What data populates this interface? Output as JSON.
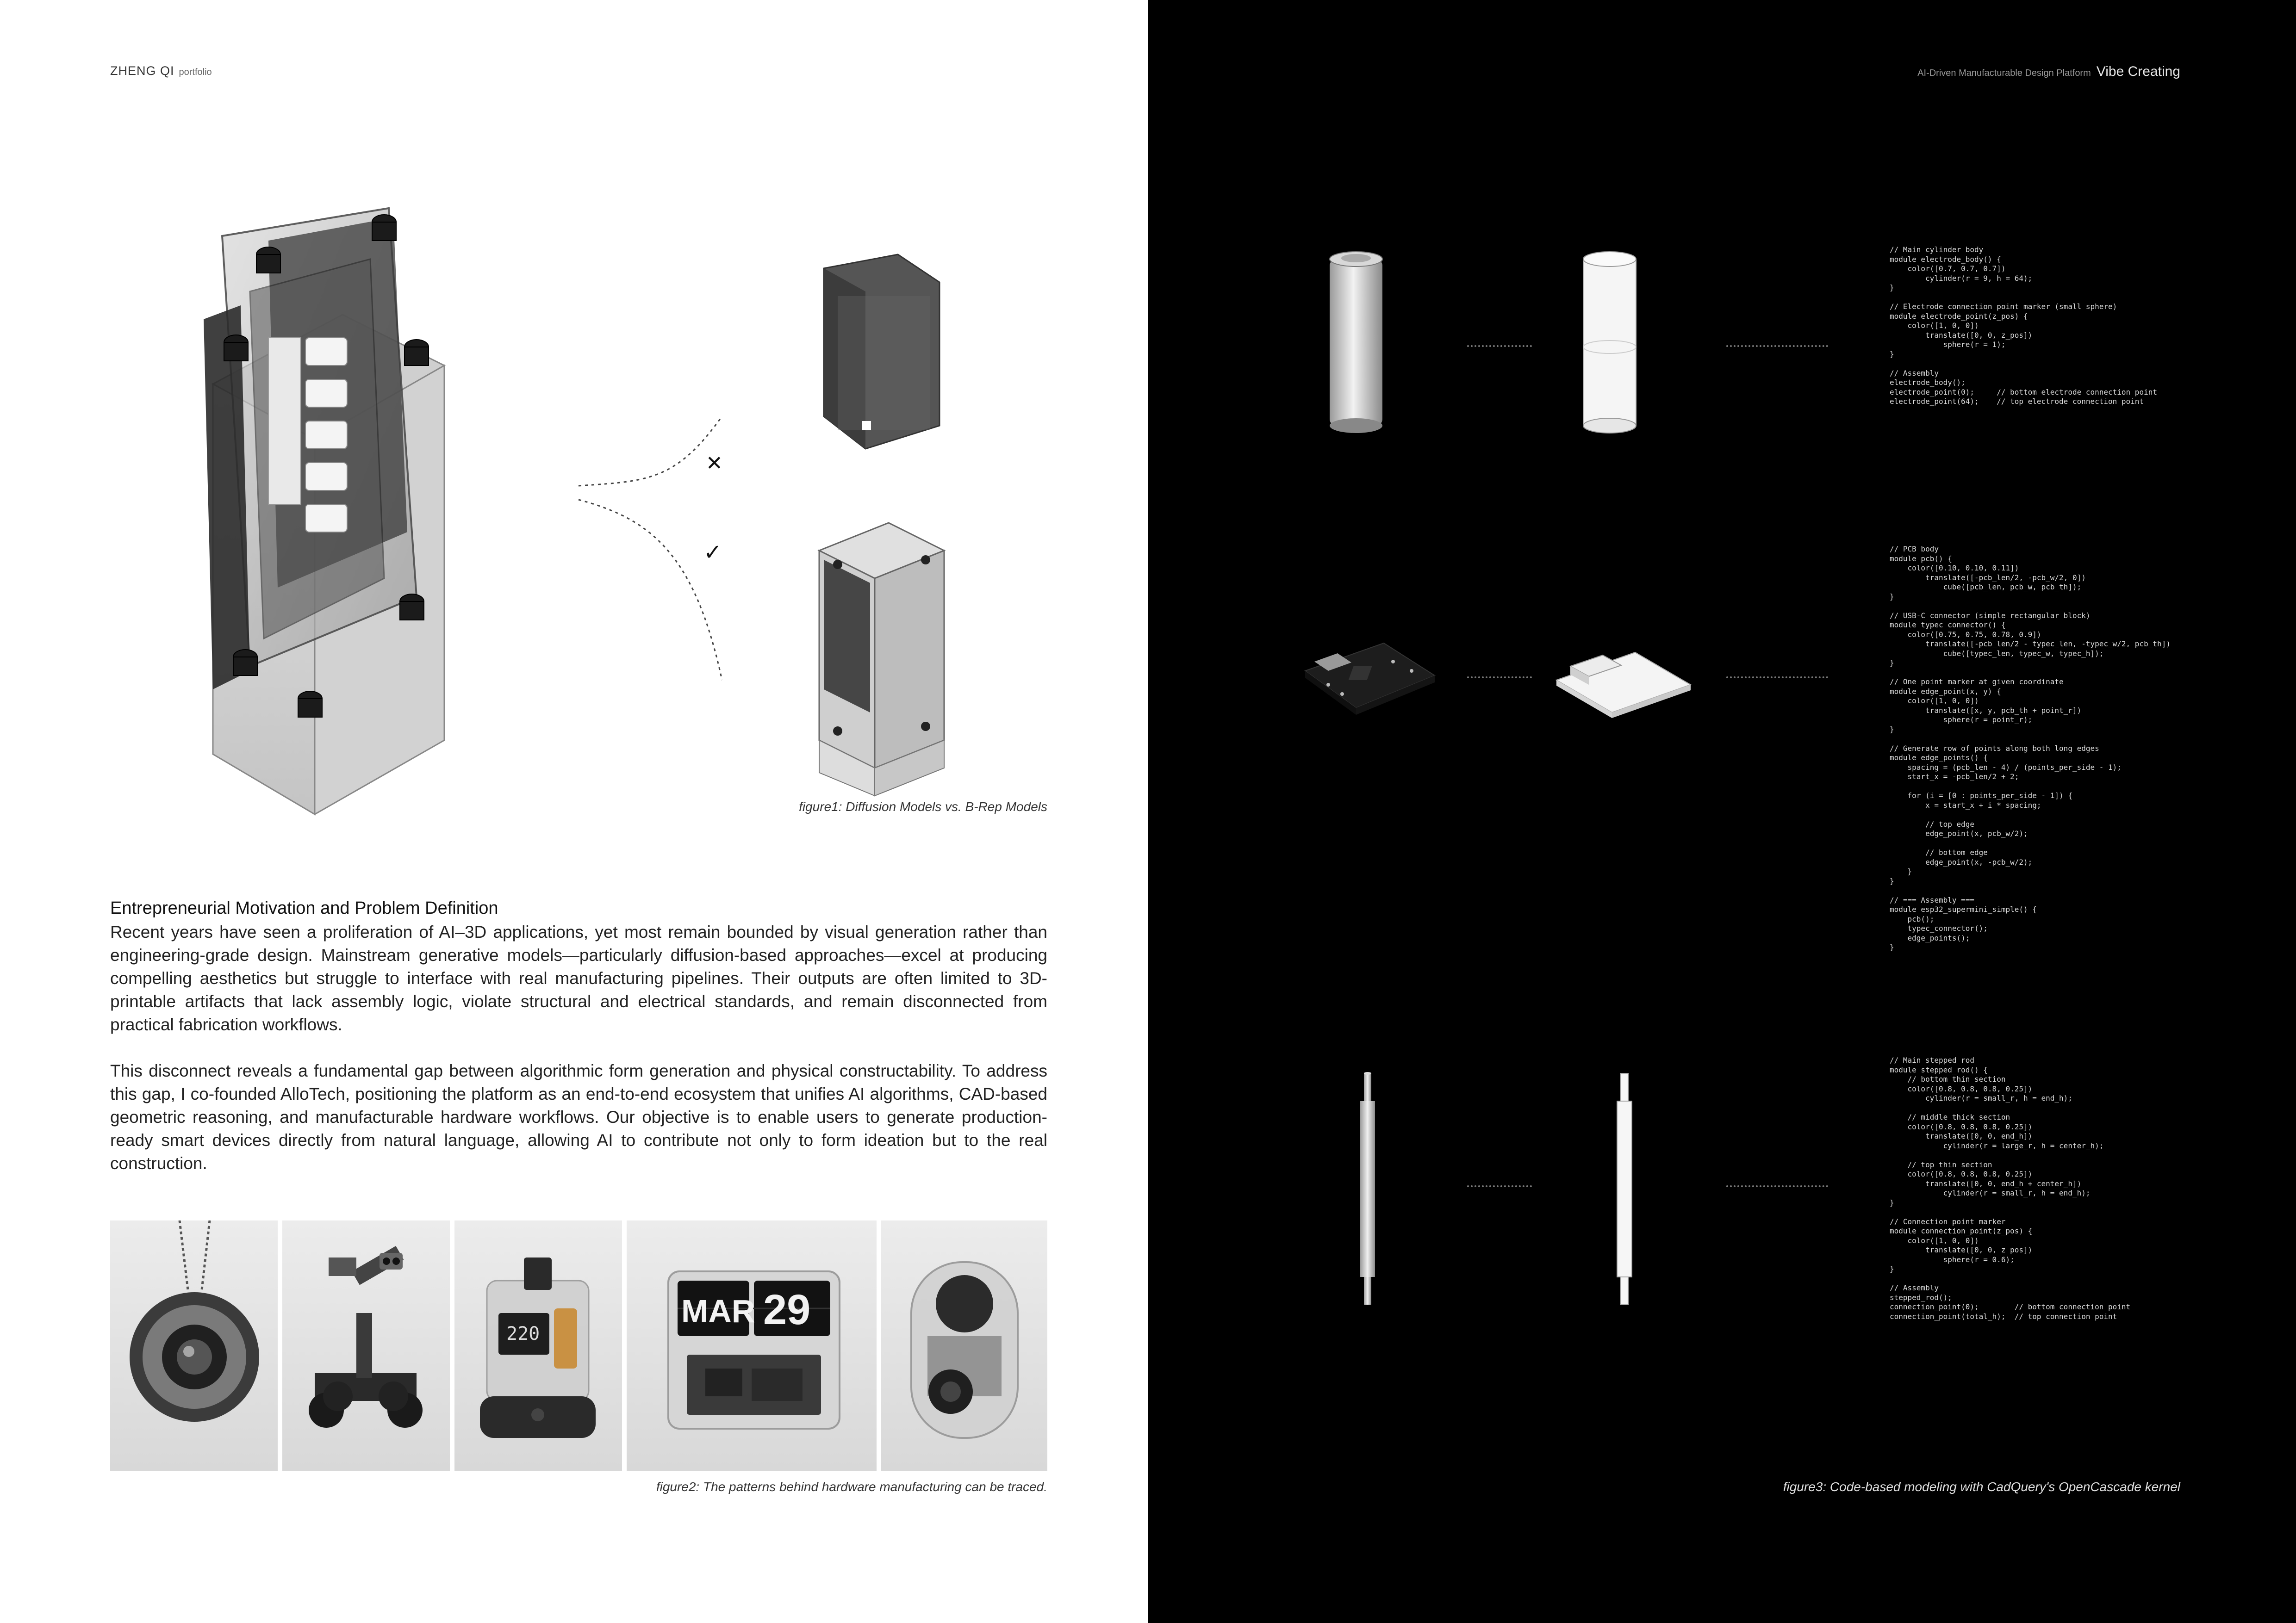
{
  "header": {
    "author": "ZHENG QI",
    "author_sub": "portfolio",
    "platform": "AI-Driven Manufacturable Design Platform",
    "title": "Vibe Creating"
  },
  "figure1": {
    "caption": "figure1: Diffusion Models vs. B-Rep Models",
    "wrong_mark": "✕",
    "right_mark": "✓"
  },
  "section": {
    "title": "Entrepreneurial Motivation and Problem Definition",
    "paragraph1": "Recent years have seen a proliferation of AI–3D applications, yet most remain bounded by visual generation rather than engineering-grade design. Mainstream generative models—particularly diffusion-based approaches—excel at producing compelling aesthetics but struggle to interface with real manufacturing pipelines. Their outputs are often limited to 3D-printable artifacts that lack assembly logic, violate structural and electrical standards, and remain disconnected from practical fabrication workflows.",
    "paragraph2": "This disconnect reveals a fundamental gap between algorithmic form generation and physical constructability. To address this gap, I co-founded AlloTech, positioning the platform as an end-to-end ecosystem that unifies AI algorithms, CAD-based geometric reasoning, and manufacturable hardware workflows. Our objective is to enable users to generate production-ready smart devices directly from natural language, allowing AI to contribute not only to form ideation but to the real construction."
  },
  "figure2": {
    "caption": "figure2: The patterns behind hardware manufacturing can be traced.",
    "clock_month": "MAR",
    "clock_day": "29",
    "device_display": "220"
  },
  "figure3": {
    "caption": "figure3: Code-based modeling with CadQuery's OpenCascade kernel",
    "code1": "// Main cylinder body\nmodule electrode_body() {\n    color([0.7, 0.7, 0.7])\n        cylinder(r = 9, h = 64);\n}\n\n// Electrode connection point marker (small sphere)\nmodule electrode_point(z_pos) {\n    color([1, 0, 0])\n        translate([0, 0, z_pos])\n            sphere(r = 1);\n}\n\n// Assembly\nelectrode_body();\nelectrode_point(0);     // bottom electrode connection point\nelectrode_point(64);    // top electrode connection point",
    "code2": "// PCB body\nmodule pcb() {\n    color([0.10, 0.10, 0.11])\n        translate([-pcb_len/2, -pcb_w/2, 0])\n            cube([pcb_len, pcb_w, pcb_th]);\n}\n\n// USB-C connector (simple rectangular block)\nmodule typec_connector() {\n    color([0.75, 0.75, 0.78, 0.9])\n        translate([-pcb_len/2 - typec_len, -typec_w/2, pcb_th])\n            cube([typec_len, typec_w, typec_h]);\n}\n\n// One point marker at given coordinate\nmodule edge_point(x, y) {\n    color([1, 0, 0])\n        translate([x, y, pcb_th + point_r])\n            sphere(r = point_r);\n}\n\n// Generate row of points along both long edges\nmodule edge_points() {\n    spacing = (pcb_len - 4) / (points_per_side - 1);\n    start_x = -pcb_len/2 + 2;\n\n    for (i = [0 : points_per_side - 1]) {\n        x = start_x + i * spacing;\n\n        // top edge\n        edge_point(x, pcb_w/2);\n\n        // bottom edge\n        edge_point(x, -pcb_w/2);\n    }\n}\n\n// === Assembly ===\nmodule esp32_supermini_simple() {\n    pcb();\n    typec_connector();\n    edge_points();\n}",
    "code3": "// Main stepped rod\nmodule stepped_rod() {\n    // bottom thin section\n    color([0.8, 0.8, 0.8, 0.25])\n        cylinder(r = small_r, h = end_h);\n\n    // middle thick section\n    color([0.8, 0.8, 0.8, 0.25])\n        translate([0, 0, end_h])\n            cylinder(r = large_r, h = center_h);\n\n    // top thin section\n    color([0.8, 0.8, 0.8, 0.25])\n        translate([0, 0, end_h + center_h])\n            cylinder(r = small_r, h = end_h);\n}\n\n// Connection point marker\nmodule connection_point(z_pos) {\n    color([1, 0, 0])\n        translate([0, 0, z_pos])\n            sphere(r = 0.6);\n}\n\n// Assembly\nstepped_rod();\nconnection_point(0);        // bottom connection point\nconnection_point(total_h);  // top connection point"
  }
}
